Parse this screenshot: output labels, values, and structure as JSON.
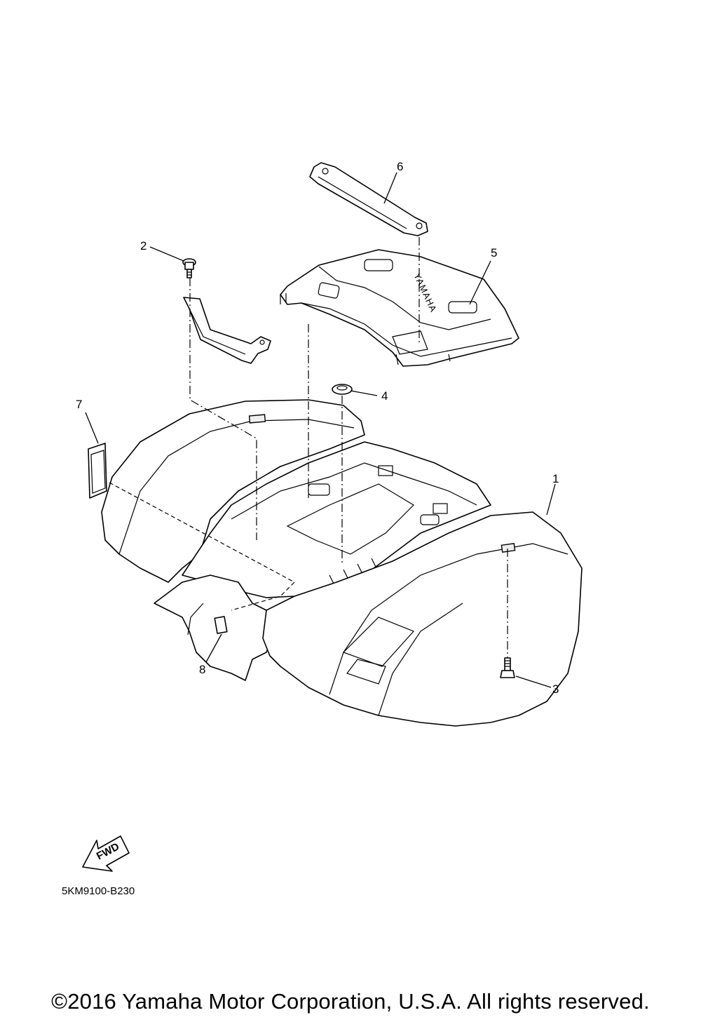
{
  "callouts": {
    "n1": "1",
    "n2": "2",
    "n3": "3",
    "n4": "4",
    "n5": "5",
    "n6": "6",
    "n7": "7",
    "n8": "8"
  },
  "brand_on_cover": "YAMAHA",
  "fwd_label": "FWD",
  "diagram_code": "5KM9100-B230",
  "copyright": "©2016 Yamaha Motor Corporation, U.S.A. All rights reserved."
}
